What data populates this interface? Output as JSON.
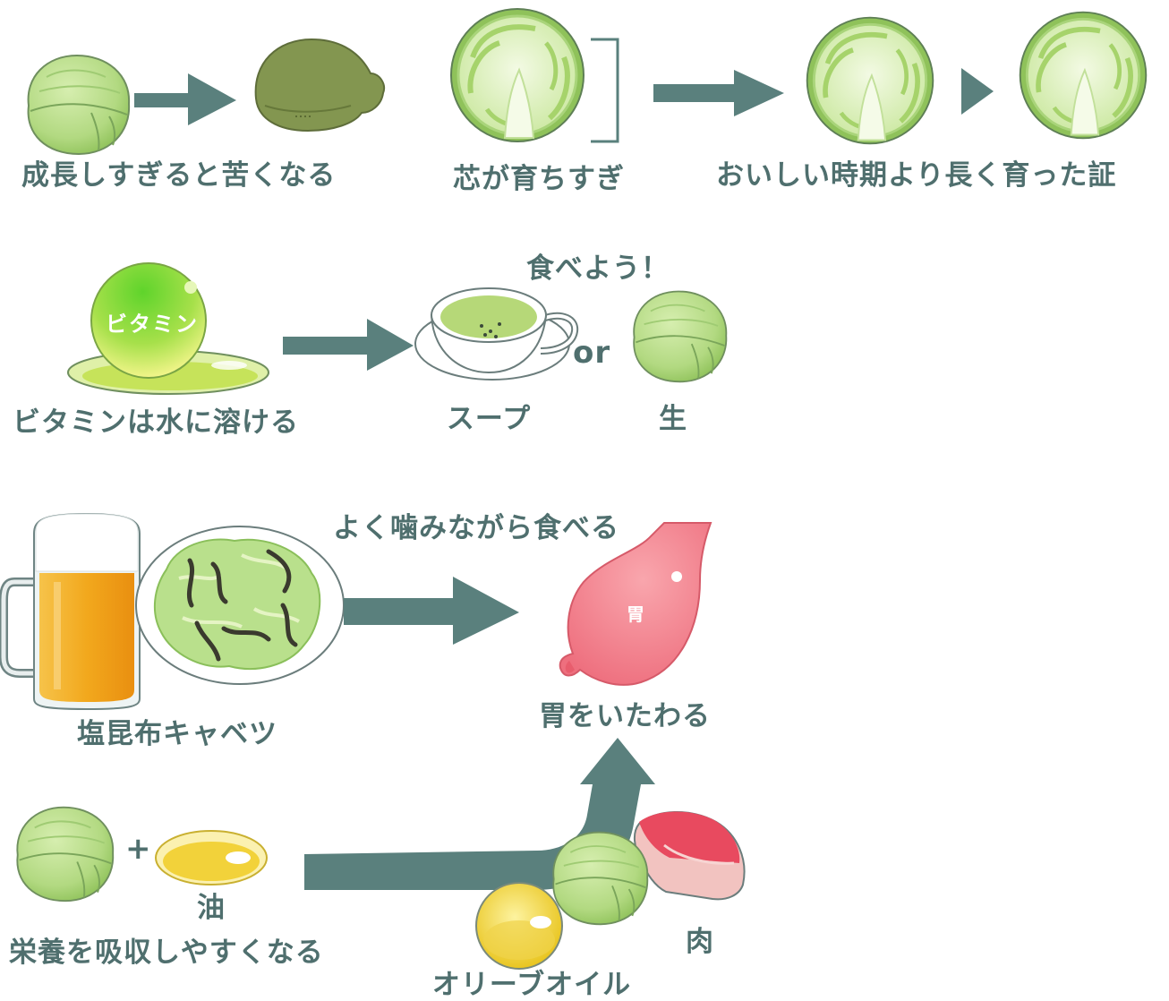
{
  "colors": {
    "text": "#4f6f6e",
    "arrow": "#5a807d",
    "cabbage_light": "#c6e59a",
    "cabbage_mid": "#a6d36b",
    "cabbage_dark": "#76a83b",
    "bitter_cabbage": "#839650",
    "vitamin_green": "#6cd33a",
    "beer": "#f2a91c",
    "stomach": "#f48b95",
    "meat": "#e84a5f",
    "oil": "#f3d84a"
  },
  "row1": {
    "bitter": "成長しすぎると苦くなる",
    "core": "芯が育ちすぎ",
    "proof": "おいしい時期より長く育った証"
  },
  "row2": {
    "vitamin_ball": "ビタミン",
    "vitamin_caption": "ビタミンは水に溶ける",
    "eat": "食べよう！",
    "or": "or",
    "soup": "スープ",
    "raw": "生"
  },
  "row3": {
    "chew": "よく噛みながら食べる",
    "salad": "塩昆布キャベツ",
    "stomach_mark": "胃",
    "stomach_caption": "胃をいたわる"
  },
  "row4": {
    "plus": "+",
    "oil": "油",
    "absorb": "栄養を吸収しやすくなる",
    "olive": "オリーブオイル",
    "meat": "肉"
  }
}
